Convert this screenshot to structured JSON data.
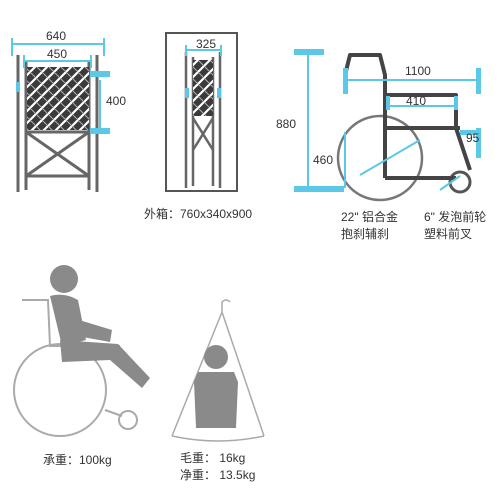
{
  "front_view": {
    "overall_width": "640",
    "seat_width": "450",
    "back_height": "400"
  },
  "folded_view": {
    "folded_width": "325",
    "carton": "外箱：760x340x900"
  },
  "side_view": {
    "length": "1100",
    "height": "880",
    "seat_depth": "410",
    "seat_height": "460",
    "footrest": "95",
    "rear_wheel_line1": "22\" 铝合金",
    "rear_wheel_line2": "抱刹辅刹",
    "front_wheel_line1": "6\" 发泡前轮",
    "front_wheel_line2": "塑料前叉"
  },
  "capacity": "承重：100kg",
  "weights": {
    "gross": "毛重：  16kg",
    "net": "净重：  13.5kg"
  },
  "colors": {
    "dimension_line": "#5bc8e8",
    "frame": "#666666",
    "figure": "#8a8a8a"
  }
}
